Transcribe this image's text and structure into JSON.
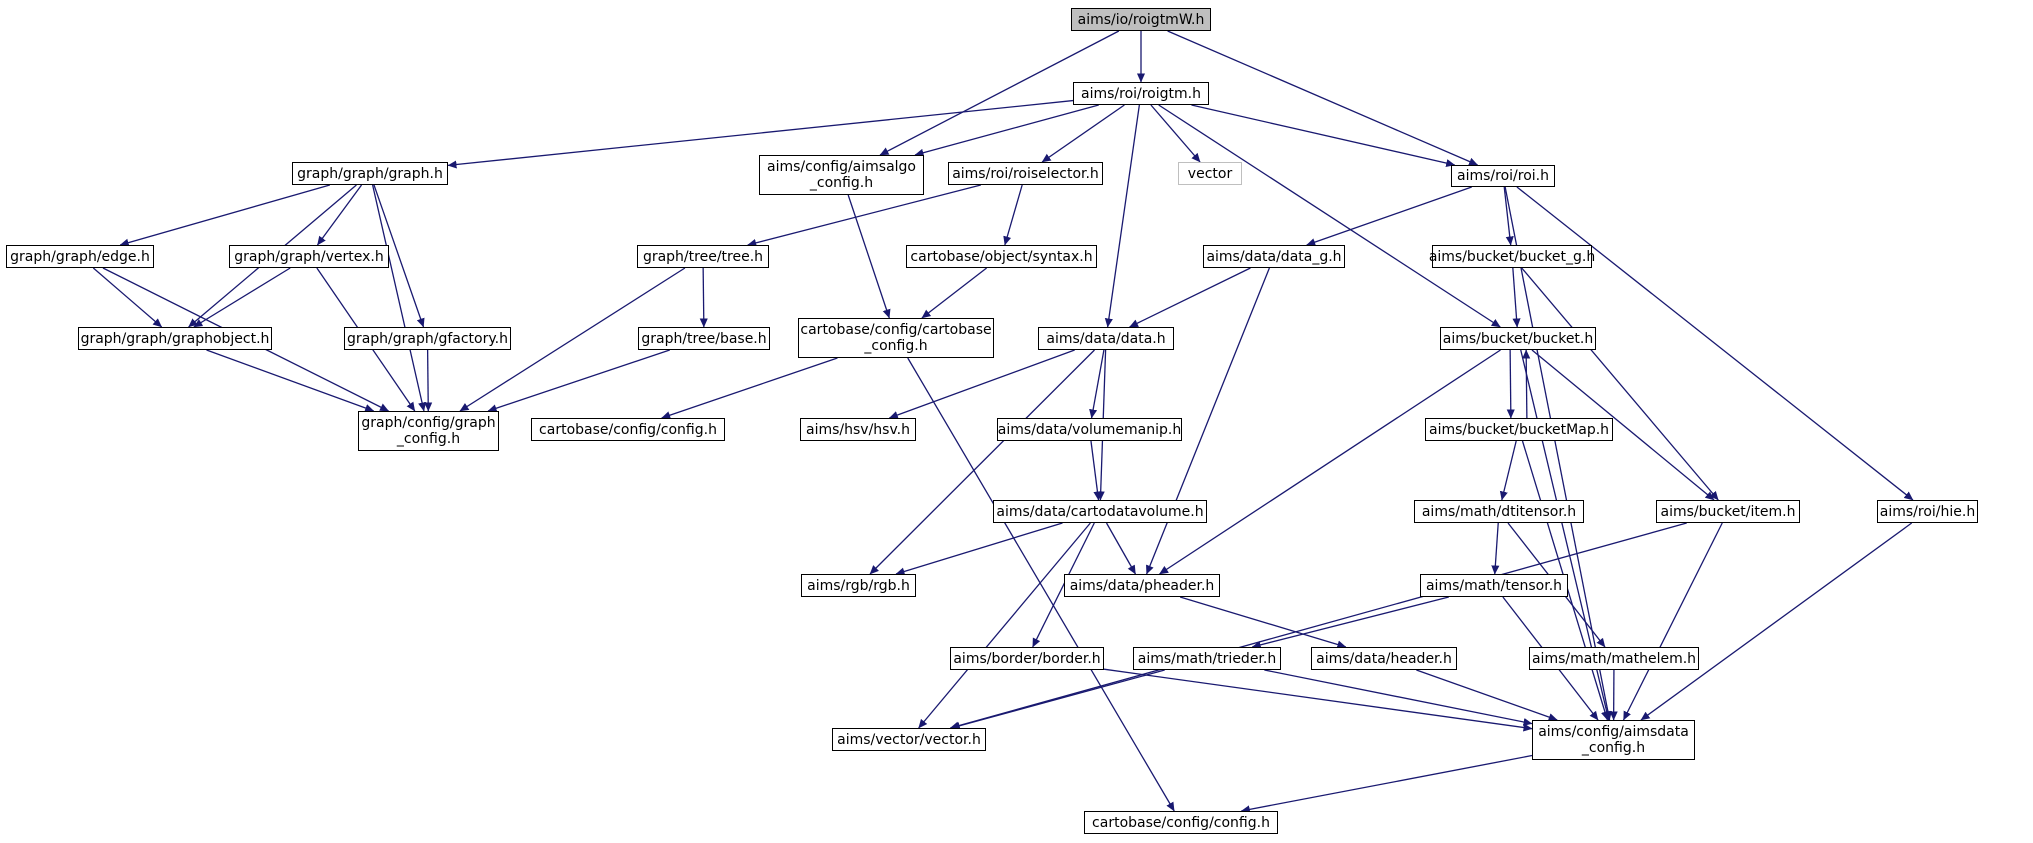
{
  "nodes": {
    "roigtmW": {
      "label": "aims/io/roigtmW.h",
      "root": true
    },
    "roigtm": {
      "label": "aims/roi/roigtm.h"
    },
    "roi": {
      "label": "aims/roi/roi.h"
    },
    "aimsalgo_config": {
      "label": "aims/config/aimsalgo\n_config.h"
    },
    "graph": {
      "label": "graph/graph/graph.h"
    },
    "roiselector": {
      "label": "aims/roi/roiselector.h"
    },
    "vector": {
      "label": "vector",
      "external": true
    },
    "edge": {
      "label": "graph/graph/edge.h"
    },
    "vertex": {
      "label": "graph/graph/vertex.h"
    },
    "tree": {
      "label": "graph/tree/tree.h"
    },
    "syntax": {
      "label": "cartobase/object/syntax.h"
    },
    "data_g": {
      "label": "aims/data/data_g.h"
    },
    "bucket_g": {
      "label": "aims/bucket/bucket_g.h"
    },
    "graphobject": {
      "label": "graph/graph/graphobject.h"
    },
    "gfactory": {
      "label": "graph/graph/gfactory.h"
    },
    "treebase": {
      "label": "graph/tree/base.h"
    },
    "cartobase_config": {
      "label": "cartobase/config/cartobase\n_config.h"
    },
    "data": {
      "label": "aims/data/data.h"
    },
    "bucket": {
      "label": "aims/bucket/bucket.h"
    },
    "graph_config": {
      "label": "graph/config/graph\n_config.h"
    },
    "cb_config_mid": {
      "label": "cartobase/config/config.h"
    },
    "hsv": {
      "label": "aims/hsv/hsv.h"
    },
    "volumemanip": {
      "label": "aims/data/volumemanip.h"
    },
    "bucketMap": {
      "label": "aims/bucket/bucketMap.h"
    },
    "cartodatavolume": {
      "label": "aims/data/cartodatavolume.h"
    },
    "dtitensor": {
      "label": "aims/math/dtitensor.h"
    },
    "item": {
      "label": "aims/bucket/item.h"
    },
    "hie": {
      "label": "aims/roi/hie.h"
    },
    "rgb": {
      "label": "aims/rgb/rgb.h"
    },
    "pheader": {
      "label": "aims/data/pheader.h"
    },
    "tensor": {
      "label": "aims/math/tensor.h"
    },
    "border": {
      "label": "aims/border/border.h"
    },
    "trieder": {
      "label": "aims/math/trieder.h"
    },
    "header": {
      "label": "aims/data/header.h"
    },
    "mathelem": {
      "label": "aims/math/mathelem.h"
    },
    "vecvector": {
      "label": "aims/vector/vector.h"
    },
    "aimsdata_config": {
      "label": "aims/config/aimsdata\n_config.h"
    },
    "cb_config_bottom": {
      "label": "cartobase/config/config.h"
    }
  },
  "edges": [
    [
      "roigtmW",
      "aimsalgo_config"
    ],
    [
      "roigtmW",
      "roigtm"
    ],
    [
      "roigtmW",
      "roi"
    ],
    [
      "roigtm",
      "graph"
    ],
    [
      "roigtm",
      "aimsalgo_config"
    ],
    [
      "roigtm",
      "roiselector"
    ],
    [
      "roigtm",
      "vector"
    ],
    [
      "roigtm",
      "roi"
    ],
    [
      "roigtm",
      "data"
    ],
    [
      "roigtm",
      "bucket"
    ],
    [
      "graph",
      "edge"
    ],
    [
      "graph",
      "graphobject"
    ],
    [
      "graph",
      "vertex"
    ],
    [
      "graph",
      "gfactory"
    ],
    [
      "graph",
      "graph_config"
    ],
    [
      "edge",
      "graphobject"
    ],
    [
      "edge",
      "graph_config"
    ],
    [
      "vertex",
      "graphobject"
    ],
    [
      "vertex",
      "graph_config"
    ],
    [
      "graphobject",
      "graph_config"
    ],
    [
      "gfactory",
      "graph_config"
    ],
    [
      "aimsalgo_config",
      "cartobase_config"
    ],
    [
      "roiselector",
      "tree"
    ],
    [
      "roiselector",
      "syntax"
    ],
    [
      "tree",
      "treebase"
    ],
    [
      "tree",
      "graph_config"
    ],
    [
      "treebase",
      "graph_config"
    ],
    [
      "syntax",
      "cartobase_config"
    ],
    [
      "cartobase_config",
      "cb_config_mid"
    ],
    [
      "cartobase_config",
      "cb_config_bottom"
    ],
    [
      "roi",
      "data_g"
    ],
    [
      "roi",
      "bucket_g"
    ],
    [
      "roi",
      "hie"
    ],
    [
      "roi",
      "aimsdata_config"
    ],
    [
      "data_g",
      "data"
    ],
    [
      "data_g",
      "pheader"
    ],
    [
      "bucket_g",
      "bucket"
    ],
    [
      "bucket_g",
      "item"
    ],
    [
      "data",
      "hsv"
    ],
    [
      "data",
      "volumemanip"
    ],
    [
      "data",
      "cartodatavolume"
    ],
    [
      "data",
      "rgb"
    ],
    [
      "volumemanip",
      "cartodatavolume"
    ],
    [
      "cartodatavolume",
      "rgb"
    ],
    [
      "cartodatavolume",
      "pheader"
    ],
    [
      "cartodatavolume",
      "border"
    ],
    [
      "cartodatavolume",
      "vecvector"
    ],
    [
      "bucket",
      "bucketMap"
    ],
    [
      "bucketMap",
      "bucket"
    ],
    [
      "bucket",
      "item"
    ],
    [
      "bucket",
      "pheader"
    ],
    [
      "bucket",
      "aimsdata_config"
    ],
    [
      "bucketMap",
      "dtitensor"
    ],
    [
      "bucketMap",
      "aimsdata_config"
    ],
    [
      "dtitensor",
      "tensor"
    ],
    [
      "dtitensor",
      "mathelem"
    ],
    [
      "tensor",
      "trieder"
    ],
    [
      "tensor",
      "aimsdata_config"
    ],
    [
      "item",
      "vecvector"
    ],
    [
      "item",
      "aimsdata_config"
    ],
    [
      "hie",
      "aimsdata_config"
    ],
    [
      "pheader",
      "header"
    ],
    [
      "header",
      "aimsdata_config"
    ],
    [
      "border",
      "aimsdata_config"
    ],
    [
      "trieder",
      "vecvector"
    ],
    [
      "trieder",
      "aimsdata_config"
    ],
    [
      "mathelem",
      "aimsdata_config"
    ],
    [
      "aimsdata_config",
      "cb_config_bottom"
    ]
  ],
  "colors": {
    "edge": "#191970",
    "root_fill": "#bfbfbf",
    "external_border": "#bfbfbf"
  }
}
